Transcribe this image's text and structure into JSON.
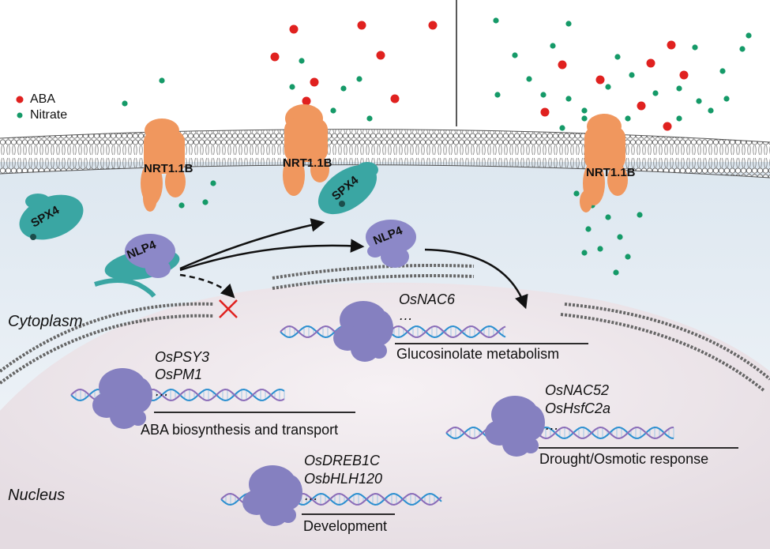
{
  "legend": {
    "aba": {
      "label": "ABA",
      "color": "#e0211f"
    },
    "nitrate": {
      "label": "Nitrate",
      "color": "#159a68"
    }
  },
  "regions": {
    "cytoplasm": "Cytoplasm",
    "nucleus": "Nucleus"
  },
  "proteins": {
    "nrt": "NRT1.1B",
    "spx": "SPX4",
    "nlp": "NLP4"
  },
  "gene_groups": [
    {
      "genes": [
        "OsNAC6"
      ],
      "ellipsis": "…",
      "process": "Glucosinolate metabolism"
    },
    {
      "genes": [
        "OsPSY3",
        "OsPM1"
      ],
      "ellipsis": "…",
      "process": "ABA biosynthesis and transport"
    },
    {
      "genes": [
        "OsNAC52",
        "OsHsfC2a"
      ],
      "ellipsis": "…",
      "process": "Drought/Osmotic response"
    },
    {
      "genes": [
        "OsDREB1C",
        "OsbHLH120"
      ],
      "ellipsis": "…",
      "process": "Development"
    }
  ],
  "colors": {
    "nrt": "#f0975e",
    "spx": "#3aa6a3",
    "nlp": "#8c88c8",
    "tf": "#8580c0",
    "cytoplasm": "#e8eff5",
    "nucleus": "#ece6ea",
    "dna_a": "#2b8fd0",
    "dna_b": "#8a6cb8",
    "block": "#e0211f"
  }
}
